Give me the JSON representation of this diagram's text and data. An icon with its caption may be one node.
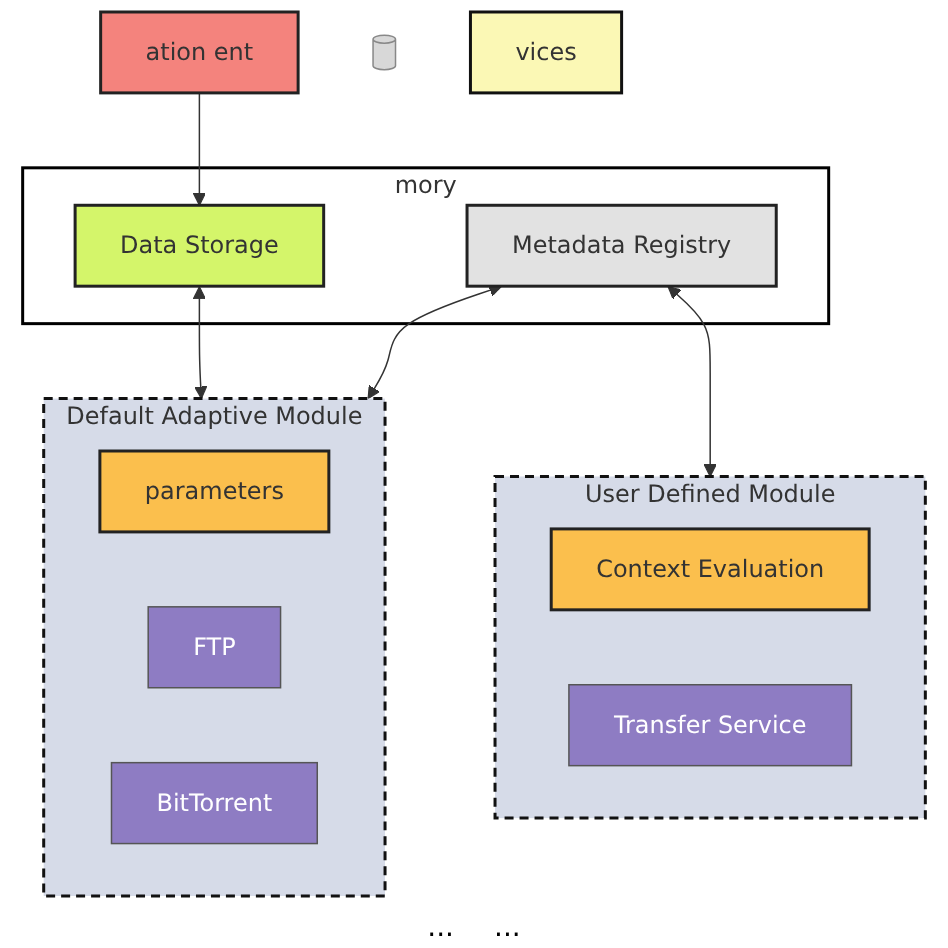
{
  "diagram": {
    "nodes": [
      {
        "text": [
          "mory"
        ]
      },
      {
        "text": [
          "Data Storage"
        ],
        "in": 0
      },
      {
        "text": [
          "Metadata Registry"
        ],
        "in": 0
      },
      {
        "text": [
          "ation ent"
        ]
      },
      {
        "text": [],
        "shape": "cylinder"
      },
      {
        "text": [
          "Default Adaptive Module"
        ]
      },
      {
        "text": [
          "parameters"
        ],
        "in": 5
      },
      {
        "text": [
          "FTP"
        ],
        "in": 5
      },
      {
        "text": [
          "BitTorrent"
        ],
        "in": 5
      },
      {
        "text": [
          "User Defined Module"
        ]
      },
      {
        "text": [
          "Context Evaluation"
        ],
        "in": 9
      },
      {
        "text": [
          "Transfer Service"
        ],
        "in": 9
      },
      {
        "text": [
          "vices"
        ]
      }
    ],
    "edges": [
      {
        "from": 3,
        "to": 1,
        "arrow": "to"
      },
      {
        "from": 1,
        "to": 5,
        "arrow": "both"
      },
      {
        "from": 2,
        "to": 5,
        "arrow": "both"
      },
      {
        "from": 2,
        "to": 9,
        "arrow": "both"
      }
    ],
    "labels": [
      "...",
      "..."
    ]
  }
}
